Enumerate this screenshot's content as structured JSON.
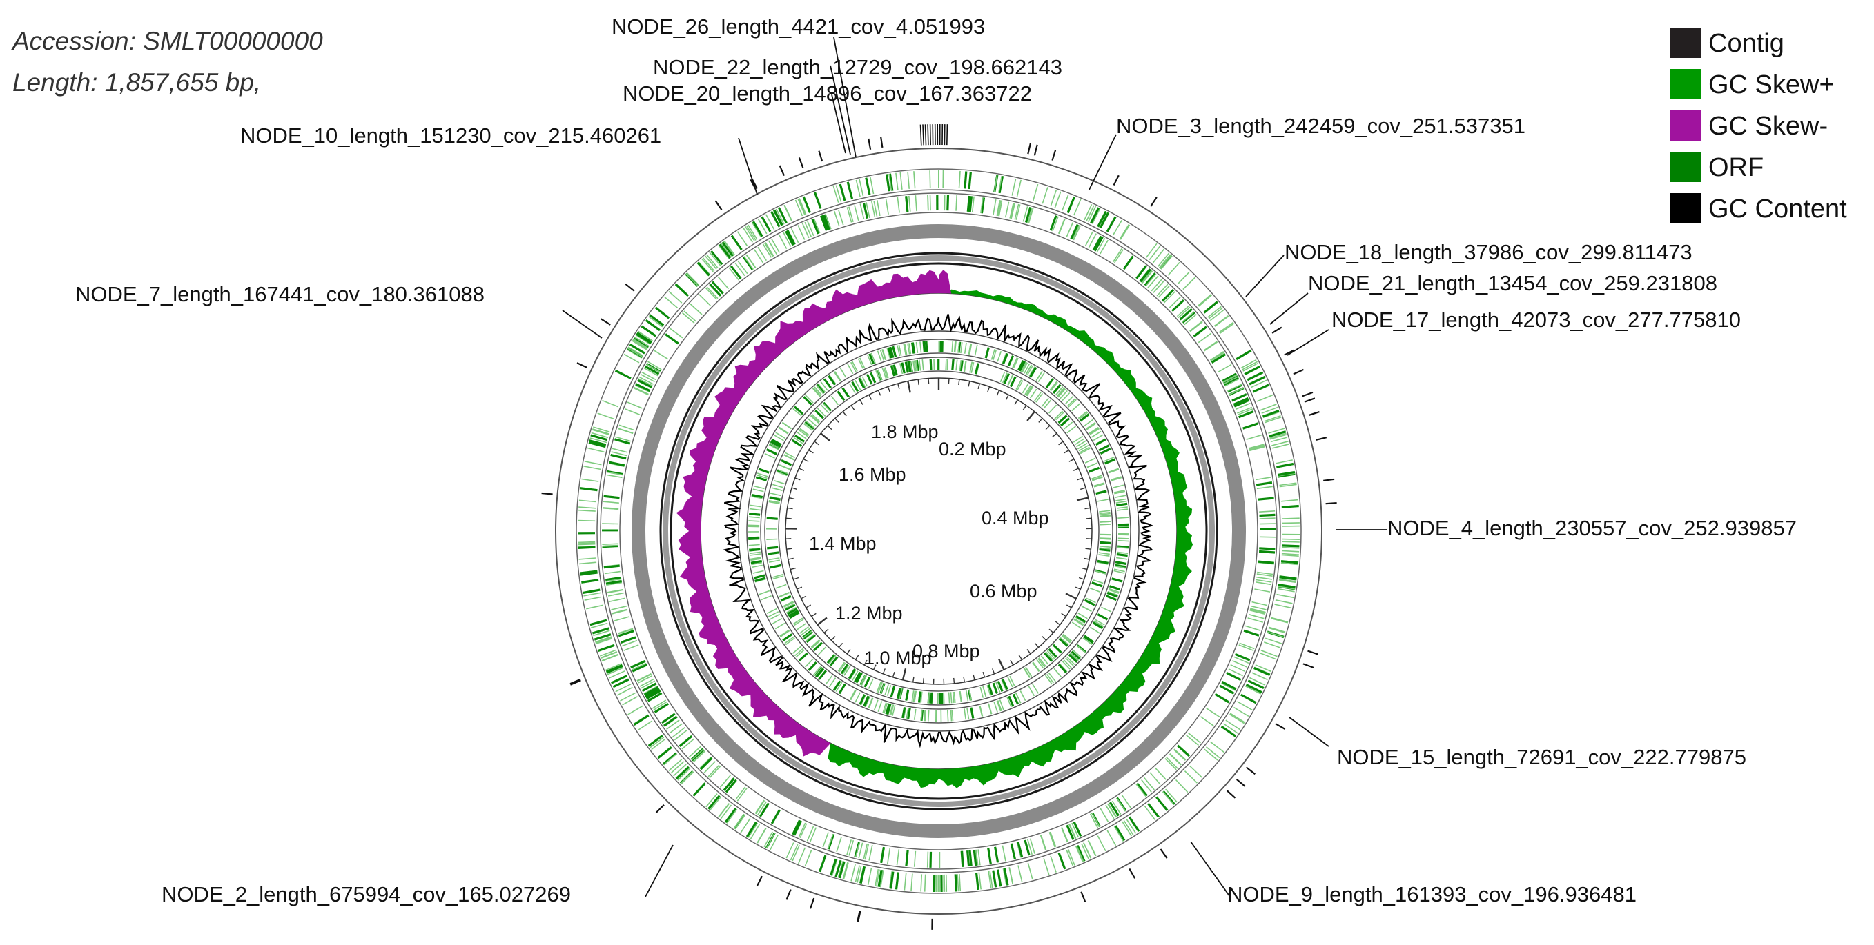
{
  "header": {
    "accession": "Accession: SMLT00000000",
    "length": "Length: 1,857,655 bp,"
  },
  "genome_length_bp": 1857655,
  "legend": [
    {
      "label": "Contig",
      "color": "#231f20"
    },
    {
      "label": "GC Skew+",
      "color": "#009900"
    },
    {
      "label": "GC Skew-",
      "color": "#a0139e"
    },
    {
      "label": "ORF",
      "color": "#008000"
    },
    {
      "label": "GC Content",
      "color": "#000000"
    }
  ],
  "ruler": {
    "labels": [
      "0.2 Mbp",
      "0.4 Mbp",
      "0.6 Mbp",
      "0.8 Mbp",
      "1.0 Mbp",
      "1.2 Mbp",
      "1.4 Mbp",
      "1.6 Mbp",
      "1.8 Mbp"
    ],
    "positions_mbp": [
      0.2,
      0.4,
      0.6,
      0.8,
      1.0,
      1.2,
      1.4,
      1.6,
      1.8
    ]
  },
  "contigs": [
    {
      "label": "NODE_26_length_4421_cov_4.051993",
      "length": 4421,
      "cov": 4.051993
    },
    {
      "label": "NODE_22_length_12729_cov_198.662143",
      "length": 12729,
      "cov": 198.662143
    },
    {
      "label": "NODE_20_length_14896_cov_167.363722",
      "length": 14896,
      "cov": 167.363722
    },
    {
      "label": "NODE_10_length_151230_cov_215.460261",
      "length": 151230,
      "cov": 215.460261
    },
    {
      "label": "NODE_3_length_242459_cov_251.537351",
      "length": 242459,
      "cov": 251.537351
    },
    {
      "label": "NODE_18_length_37986_cov_299.811473",
      "length": 37986,
      "cov": 299.811473
    },
    {
      "label": "NODE_21_length_13454_cov_259.231808",
      "length": 13454,
      "cov": 259.231808
    },
    {
      "label": "NODE_17_length_42073_cov_277.775810",
      "length": 42073,
      "cov": 277.77581
    },
    {
      "label": "NODE_7_length_167441_cov_180.361088",
      "length": 167441,
      "cov": 180.361088
    },
    {
      "label": "NODE_4_length_230557_cov_252.939857",
      "length": 230557,
      "cov": 252.939857
    },
    {
      "label": "NODE_15_length_72691_cov_222.779875",
      "length": 72691,
      "cov": 222.779875
    },
    {
      "label": "NODE_2_length_675994_cov_165.027269",
      "length": 675994,
      "cov": 165.027269
    },
    {
      "label": "NODE_9_length_161393_cov_196.936481",
      "length": 161393,
      "cov": 196.936481
    }
  ]
}
